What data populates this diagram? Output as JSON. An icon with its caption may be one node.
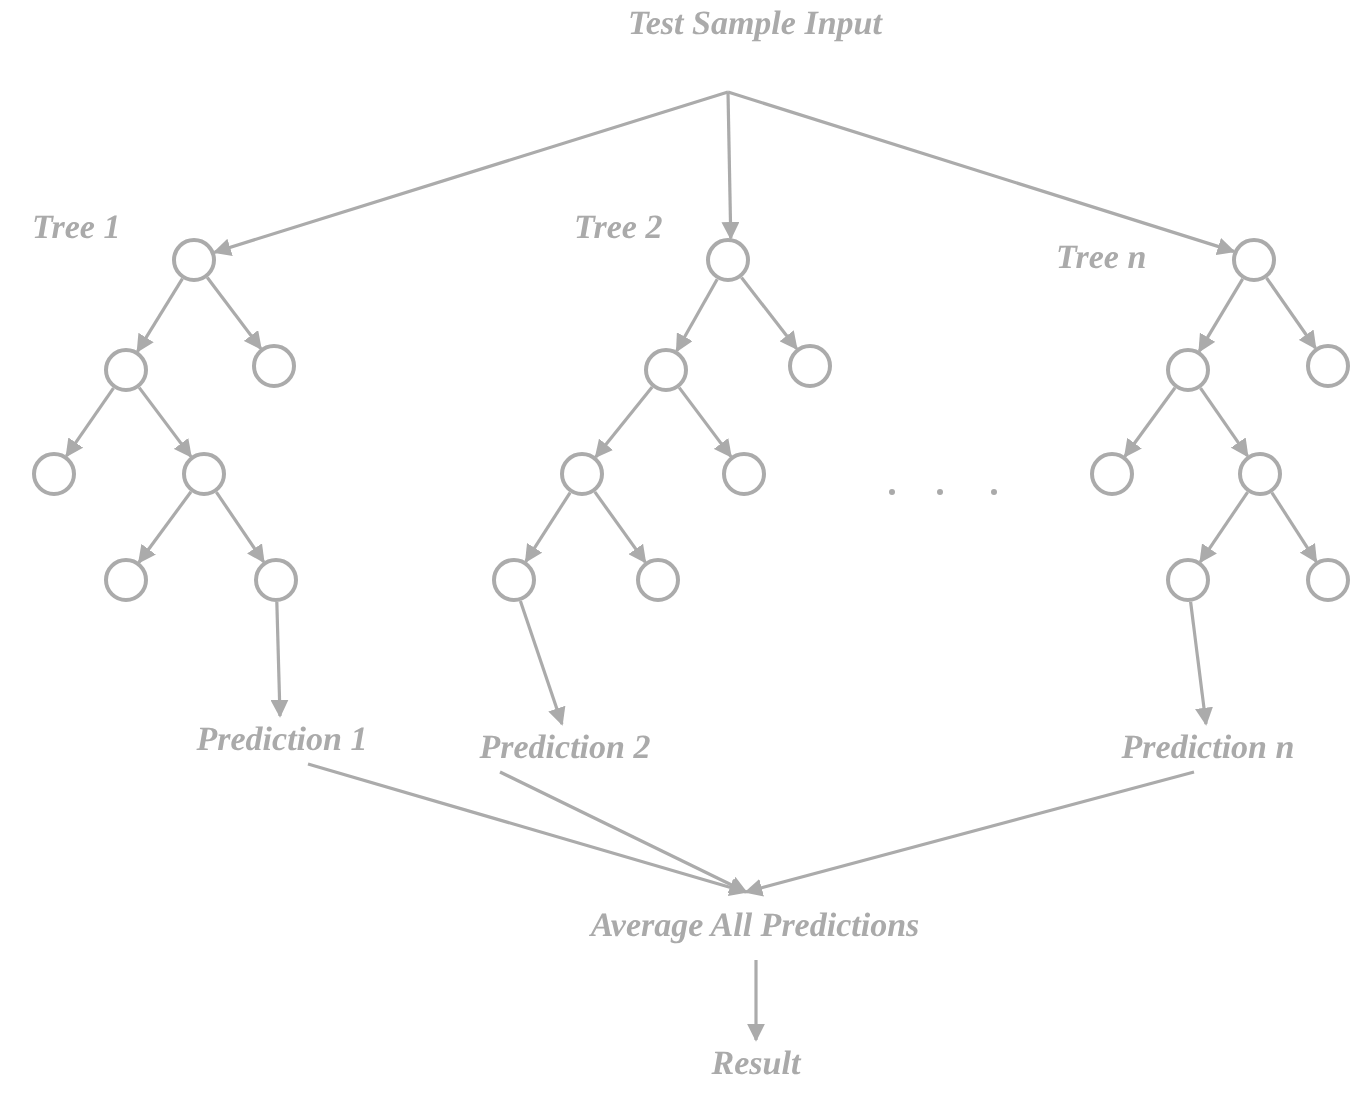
{
  "diagram": {
    "nodes": [
      {
        "text": [
          "Test Sample Input"
        ]
      },
      {
        "text": [],
        "shape": "circle",
        "beside": [
          "Tree 1"
        ]
      },
      {
        "text": [],
        "shape": "circle"
      },
      {
        "text": [],
        "shape": "circle"
      },
      {
        "text": [],
        "shape": "circle"
      },
      {
        "text": [],
        "shape": "circle"
      },
      {
        "text": [],
        "shape": "circle"
      },
      {
        "text": [],
        "shape": "circle"
      },
      {
        "text": [],
        "shape": "circle",
        "beside": [
          "Tree 2"
        ]
      },
      {
        "text": [],
        "shape": "circle"
      },
      {
        "text": [],
        "shape": "circle"
      },
      {
        "text": [],
        "shape": "circle"
      },
      {
        "text": [],
        "shape": "circle"
      },
      {
        "text": [],
        "shape": "circle"
      },
      {
        "text": [],
        "shape": "circle"
      },
      {
        "text": [],
        "shape": "circle",
        "beside": [
          "Tree n"
        ]
      },
      {
        "text": [],
        "shape": "circle"
      },
      {
        "text": [],
        "shape": "circle"
      },
      {
        "text": [],
        "shape": "circle"
      },
      {
        "text": [],
        "shape": "circle"
      },
      {
        "text": [],
        "shape": "circle"
      },
      {
        "text": [],
        "shape": "circle"
      },
      {
        "text": [
          "Prediction 1"
        ]
      },
      {
        "text": [
          "Prediction 2"
        ]
      },
      {
        "text": [
          "Prediction n"
        ]
      },
      {
        "text": [
          "Average All Predictions"
        ]
      },
      {
        "text": [
          "Result"
        ]
      }
    ],
    "edges": [
      {
        "from": 0,
        "to": 1,
        "arrow": "to"
      },
      {
        "from": 0,
        "to": 8,
        "arrow": "to"
      },
      {
        "from": 0,
        "to": 15,
        "arrow": "to"
      },
      {
        "from": 1,
        "to": 2,
        "arrow": "to"
      },
      {
        "from": 1,
        "to": 3,
        "arrow": "to"
      },
      {
        "from": 2,
        "to": 4,
        "arrow": "to"
      },
      {
        "from": 2,
        "to": 5,
        "arrow": "to"
      },
      {
        "from": 5,
        "to": 6,
        "arrow": "to"
      },
      {
        "from": 5,
        "to": 7,
        "arrow": "to"
      },
      {
        "from": 7,
        "to": 22,
        "arrow": "to"
      },
      {
        "from": 8,
        "to": 9,
        "arrow": "to"
      },
      {
        "from": 8,
        "to": 10,
        "arrow": "to"
      },
      {
        "from": 9,
        "to": 11,
        "arrow": "to"
      },
      {
        "from": 9,
        "to": 12,
        "arrow": "to"
      },
      {
        "from": 11,
        "to": 13,
        "arrow": "to"
      },
      {
        "from": 11,
        "to": 14,
        "arrow": "to"
      },
      {
        "from": 13,
        "to": 23,
        "arrow": "to"
      },
      {
        "from": 15,
        "to": 16,
        "arrow": "to"
      },
      {
        "from": 15,
        "to": 17,
        "arrow": "to"
      },
      {
        "from": 16,
        "to": 18,
        "arrow": "to"
      },
      {
        "from": 16,
        "to": 19,
        "arrow": "to"
      },
      {
        "from": 19,
        "to": 20,
        "arrow": "to"
      },
      {
        "from": 19,
        "to": 21,
        "arrow": "to"
      },
      {
        "from": 20,
        "to": 24,
        "arrow": "to"
      },
      {
        "from": 22,
        "to": 25,
        "arrow": "to"
      },
      {
        "from": 23,
        "to": 25,
        "arrow": "to"
      },
      {
        "from": 24,
        "to": 25,
        "arrow": "to"
      },
      {
        "from": 25,
        "to": 26,
        "arrow": "to"
      }
    ]
  }
}
